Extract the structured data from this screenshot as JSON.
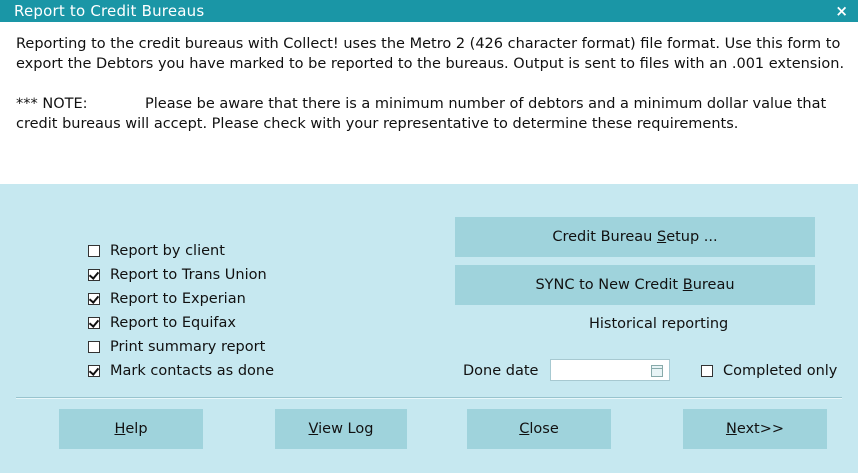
{
  "window": {
    "title": "Report to Credit Bureaus",
    "close_glyph": "×"
  },
  "description": {
    "paragraph1": "Reporting to the credit bureaus with Collect! uses the Metro 2 (426 character format) file format. Use this form to export the Debtors you have marked to be reported to the bureaus. Output is sent to files with an .001 extension.",
    "note_label": "*** NOTE:",
    "note_text": "Please be aware that there is a minimum number of debtors and a minimum dollar value that credit bureaus will accept. Please check with your representative to determine these requirements."
  },
  "options": [
    {
      "label": "Report by client",
      "checked": false
    },
    {
      "label": "Report to Trans Union",
      "checked": true
    },
    {
      "label": "Report to Experian",
      "checked": true
    },
    {
      "label": "Report to Equifax",
      "checked": true
    },
    {
      "label": "Print summary report",
      "checked": false
    },
    {
      "label": "Mark contacts as done",
      "checked": true
    }
  ],
  "buttons": {
    "setup": {
      "pre": "Credit Bureau ",
      "ul": "S",
      "post": "etup ..."
    },
    "sync": {
      "pre": "SYNC to New Credit ",
      "ul": "B",
      "post": "ureau"
    },
    "help": {
      "pre": "",
      "ul": "H",
      "post": "elp"
    },
    "view_log": {
      "pre": "",
      "ul": "V",
      "post": "iew Log"
    },
    "close": {
      "pre": "",
      "ul": "C",
      "post": "lose"
    },
    "next": {
      "pre": "",
      "ul": "N",
      "post": "ext>>"
    }
  },
  "historical": {
    "heading": "Historical reporting",
    "done_date_label": "Done date",
    "done_date_value": "",
    "completed_only_label": "Completed only",
    "completed_only_checked": false
  }
}
